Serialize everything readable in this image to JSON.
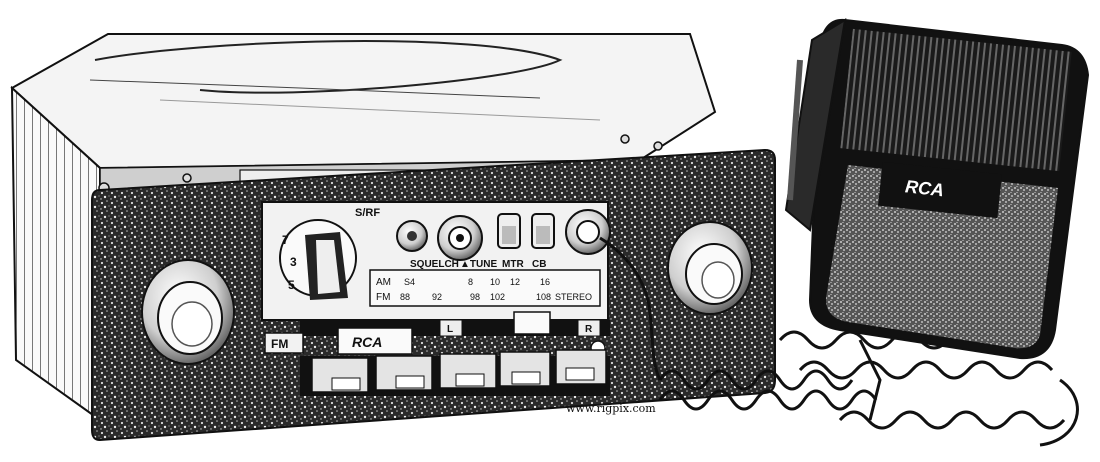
{
  "labels": {
    "sr": "S/RF",
    "squelch": "SQUELCH",
    "tune": "▲TUNE",
    "mtr": "MTR",
    "cb": "CB",
    "fm_tag": "FM",
    "rca_panel": "RCA",
    "rca_mic": "RCA",
    "left": "L",
    "right": "R",
    "knob_marks": [
      "7",
      "3",
      "5"
    ]
  },
  "dial": {
    "am_label": "AM",
    "fm_label": "FM",
    "am_scale": [
      "S4",
      "8",
      "10",
      "12",
      "16"
    ],
    "fm_scale": [
      "88",
      "92",
      "98",
      "102",
      "108"
    ],
    "stereo": "STEREO"
  },
  "watermark": "www.rigpix.com",
  "colors": {
    "ink": "#111111",
    "paper": "#ffffff",
    "speckle": "#3a3a3a"
  }
}
